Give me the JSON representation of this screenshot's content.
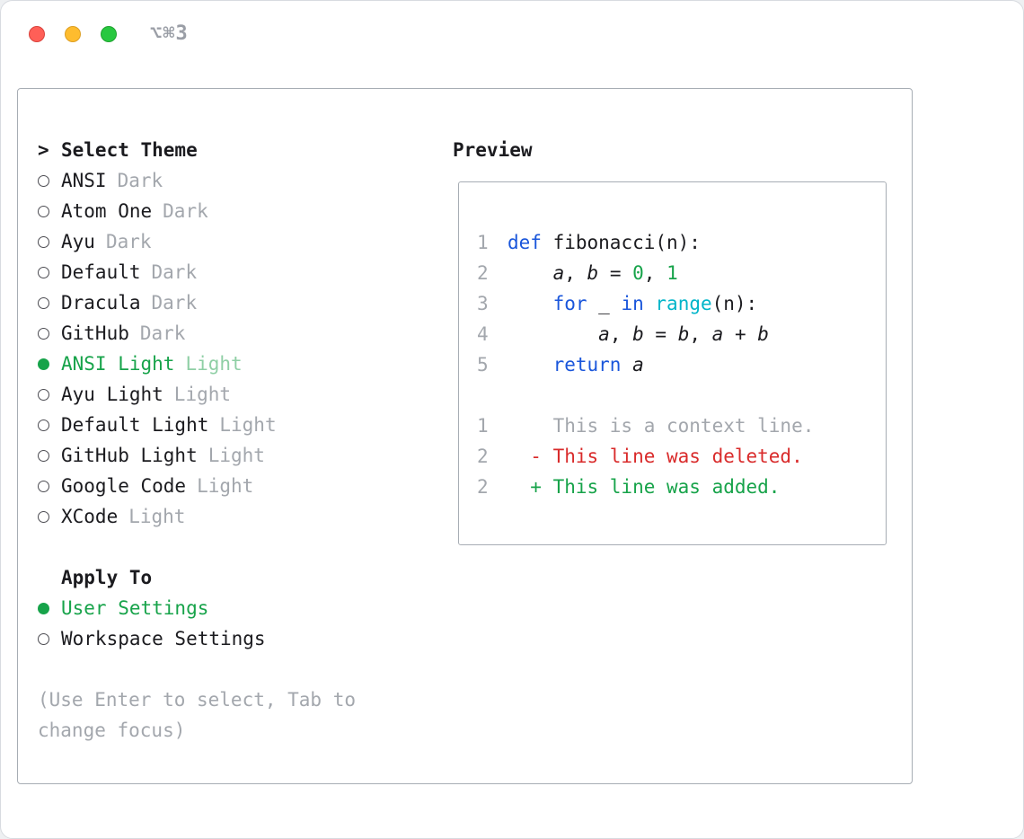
{
  "colors": {
    "text": "#1b1b1f",
    "dim": "#a3a7ad",
    "green": "#17a34a",
    "green-light": "#8fcfa5",
    "blue": "#1a56db",
    "cyan": "#00b5c9",
    "red": "#d92b2b",
    "border": "#a7adb4"
  },
  "titlebar": {
    "shortcut": "⌥⌘3"
  },
  "theme_selector": {
    "prompt": ">",
    "title": "Select Theme",
    "items": [
      {
        "name": "ANSI",
        "variant": "Dark",
        "selected": false
      },
      {
        "name": "Atom One",
        "variant": "Dark",
        "selected": false
      },
      {
        "name": "Ayu",
        "variant": "Dark",
        "selected": false
      },
      {
        "name": "Default",
        "variant": "Dark",
        "selected": false
      },
      {
        "name": "Dracula",
        "variant": "Dark",
        "selected": false
      },
      {
        "name": "GitHub",
        "variant": "Dark",
        "selected": false
      },
      {
        "name": "ANSI Light",
        "variant": "Light",
        "selected": true
      },
      {
        "name": "Ayu Light",
        "variant": "Light",
        "selected": false
      },
      {
        "name": "Default Light",
        "variant": "Light",
        "selected": false
      },
      {
        "name": "GitHub Light",
        "variant": "Light",
        "selected": false
      },
      {
        "name": "Google Code",
        "variant": "Light",
        "selected": false
      },
      {
        "name": "XCode",
        "variant": "Light",
        "selected": false
      }
    ]
  },
  "apply_to": {
    "title": "Apply To",
    "options": [
      {
        "name": "User Settings",
        "selected": true
      },
      {
        "name": "Workspace Settings",
        "selected": false
      }
    ]
  },
  "hint": "(Use Enter to select, Tab to change focus)",
  "preview": {
    "title": "Preview",
    "lines": [
      {
        "num": "1",
        "tokens": [
          {
            "t": "def",
            "c": "kw"
          },
          {
            "t": " fibonacci(n):",
            "c": "plain"
          }
        ]
      },
      {
        "num": "2",
        "tokens": [
          {
            "t": "    ",
            "c": "plain"
          },
          {
            "t": "a",
            "c": "var"
          },
          {
            "t": ", ",
            "c": "plain"
          },
          {
            "t": "b",
            "c": "var"
          },
          {
            "t": " = ",
            "c": "plain"
          },
          {
            "t": "0",
            "c": "num"
          },
          {
            "t": ", ",
            "c": "plain"
          },
          {
            "t": "1",
            "c": "num"
          }
        ]
      },
      {
        "num": "3",
        "tokens": [
          {
            "t": "    ",
            "c": "plain"
          },
          {
            "t": "for",
            "c": "kw"
          },
          {
            "t": " _ ",
            "c": "plain"
          },
          {
            "t": "in",
            "c": "kw"
          },
          {
            "t": " ",
            "c": "plain"
          },
          {
            "t": "range",
            "c": "fn"
          },
          {
            "t": "(n):",
            "c": "plain"
          }
        ]
      },
      {
        "num": "4",
        "tokens": [
          {
            "t": "        ",
            "c": "plain"
          },
          {
            "t": "a",
            "c": "var"
          },
          {
            "t": ", ",
            "c": "plain"
          },
          {
            "t": "b",
            "c": "var"
          },
          {
            "t": " = ",
            "c": "plain"
          },
          {
            "t": "b",
            "c": "var"
          },
          {
            "t": ", ",
            "c": "plain"
          },
          {
            "t": "a",
            "c": "var"
          },
          {
            "t": " + ",
            "c": "plain"
          },
          {
            "t": "b",
            "c": "var"
          }
        ]
      },
      {
        "num": "5",
        "tokens": [
          {
            "t": "    ",
            "c": "plain"
          },
          {
            "t": "return",
            "c": "kw"
          },
          {
            "t": " ",
            "c": "plain"
          },
          {
            "t": "a",
            "c": "var"
          }
        ]
      },
      {
        "blank": true
      },
      {
        "num": "1",
        "tokens": [
          {
            "t": "    This is a context line.",
            "c": "ctx"
          }
        ]
      },
      {
        "num": "2",
        "tokens": [
          {
            "t": "  - This line was deleted.",
            "c": "del"
          }
        ]
      },
      {
        "num": "2",
        "tokens": [
          {
            "t": "  + This line was added.",
            "c": "add"
          }
        ]
      }
    ]
  }
}
